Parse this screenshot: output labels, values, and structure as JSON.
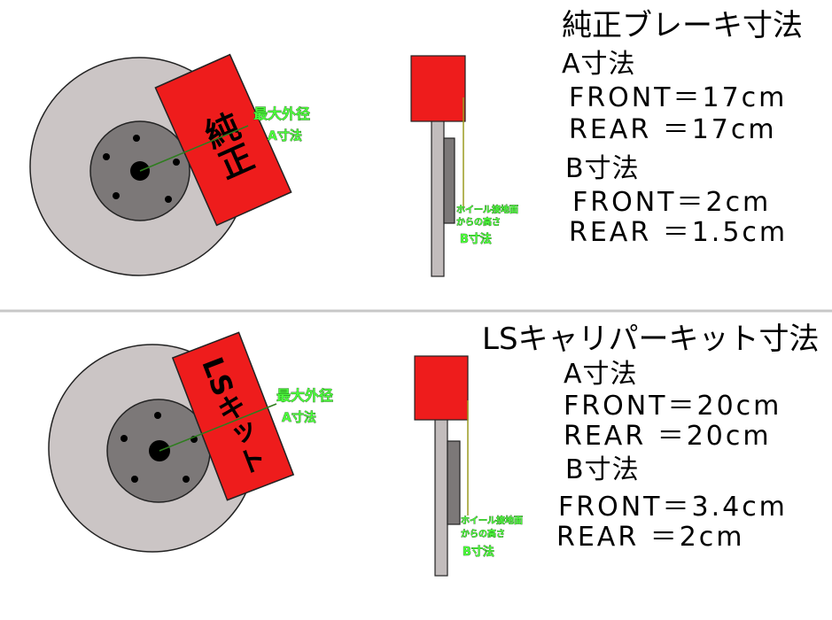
{
  "colors": {
    "caliper": "#ee1c1c",
    "rotor": "#cbc5c5",
    "hub": "#7c7878",
    "guide": "#2e7d1e",
    "label_fill": "#4cff3c",
    "divider": "#c8c8c8"
  },
  "top": {
    "caliper_text": "純正",
    "label_max_diameter": "最大外径",
    "label_a_dim": "A寸法",
    "label_height_line1": "ホイール接地面",
    "label_height_line2": "からの高さ",
    "label_b_dim": "B寸法",
    "title": "純正ブレーキ寸法",
    "a_heading": "A寸法",
    "a_front": "FRONT＝17cm",
    "a_rear": "REAR ＝17cm",
    "b_heading": "B寸法",
    "b_front": "FRONT＝2cm",
    "b_rear": "REAR ＝1.5cm"
  },
  "bottom": {
    "caliper_text": "LSキット",
    "label_max_diameter": "最大外径",
    "label_a_dim": "A寸法",
    "label_height_line1": "ホイール接地面",
    "label_height_line2": "からの高さ",
    "label_b_dim": "B寸法",
    "title": "LSキャリパーキット寸法",
    "a_heading": "A寸法",
    "a_front": "FRONT＝20cm",
    "a_rear": "REAR ＝20cm",
    "b_heading": "B寸法",
    "b_front": "FRONT＝3.4cm",
    "b_rear": "REAR ＝2cm"
  }
}
